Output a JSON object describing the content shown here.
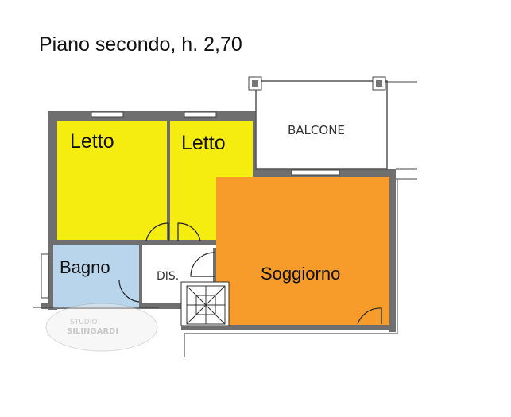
{
  "title": "Piano secondo, h. 2,70",
  "rooms": [
    {
      "name": "Letto",
      "color": "#f5ec10"
    },
    {
      "name": "Letto",
      "color": "#f5ec10"
    },
    {
      "name": "BALCONE",
      "color": "#ffffff"
    },
    {
      "name": "Bagno",
      "color": "#b8d5ec"
    },
    {
      "name": "DIS.",
      "color": "#ffffff"
    },
    {
      "name": "Soggiorno",
      "color": "#f79b2b"
    }
  ],
  "watermark": {
    "line1": "STUDIO",
    "line2": "SILINGARDI"
  },
  "colors": {
    "wall": "#6f6f6f",
    "line": "#333333"
  }
}
